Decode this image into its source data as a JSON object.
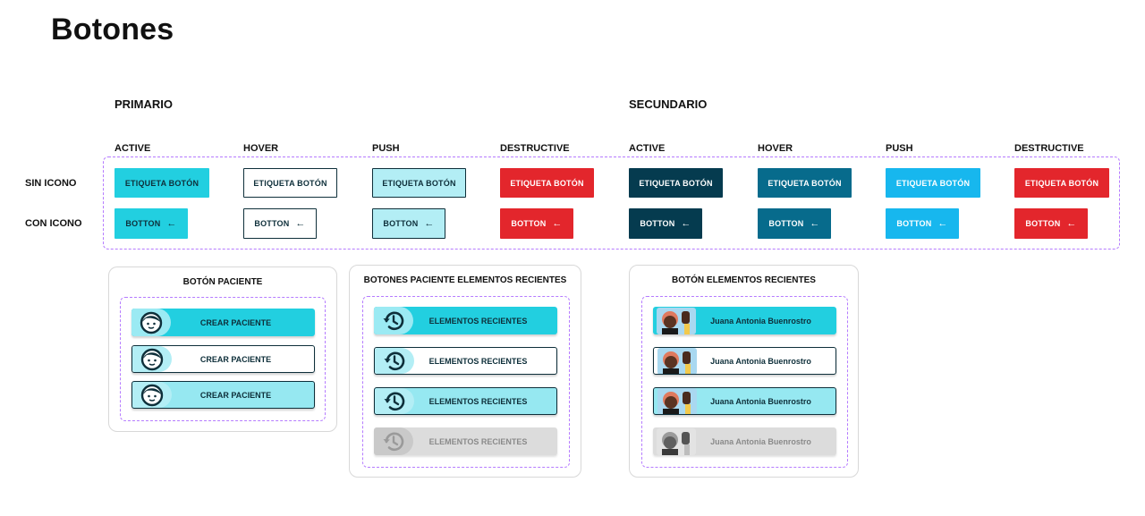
{
  "page": {
    "title": "Botones"
  },
  "sections": {
    "primary": "PRIMARIO",
    "secondary": "SECUNDARIO"
  },
  "columns": {
    "p_active": "ACTIVE",
    "p_hover": "HOVER",
    "p_push": "PUSH",
    "p_destructive": "DESTRUCTIVE",
    "s_active": "ACTIVE",
    "s_hover": "HOVER",
    "s_push": "PUSH",
    "s_destructive": "DESTRUCTIVE"
  },
  "rows": {
    "no_icon": "SIN ICONO",
    "with_icon": "CON ICONO"
  },
  "buttons": {
    "label": "ETIQUETA BOTÓN",
    "icon_label": "BOTTON"
  },
  "icons": {
    "arrow": "arrow-left-icon",
    "arrow_glyph": "←",
    "face": "face-icon",
    "history": "history-icon",
    "avatar": "avatar-icon"
  },
  "cards": {
    "patient": {
      "title": "BOTÓN PACIENTE",
      "label": "CREAR PACIENTE"
    },
    "recent": {
      "title": "BOTONES PACIENTE ELEMENTOS RECIENTES",
      "label": "ELEMENTOS RECIENTES"
    },
    "recent_items": {
      "title": "BOTÓN ELEMENTOS RECIENTES",
      "label": "Juana Antonia Buenrostro"
    }
  },
  "colors": {
    "cyan": "#22cfe0",
    "push": "#b3eef5",
    "red": "#e3262c",
    "navy": "#053b4f",
    "teal": "#076b8c",
    "sky": "#17b7ee",
    "dark_text": "#0e2f3a",
    "dashed": "#b57bff"
  }
}
